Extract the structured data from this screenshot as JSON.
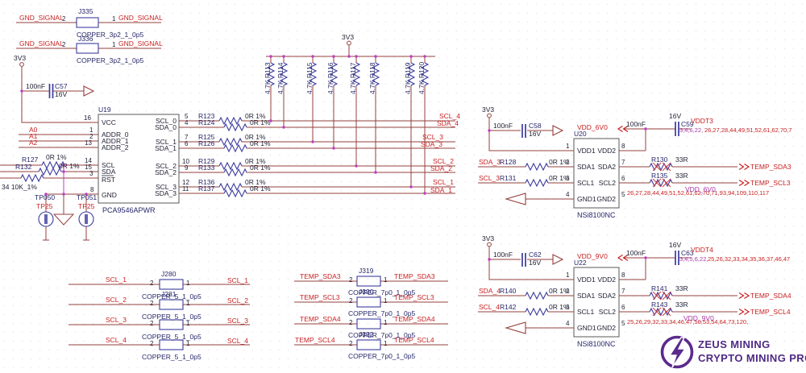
{
  "power_rails": {
    "v33": "3V3"
  },
  "top_connectors": [
    {
      "name": "J335",
      "net_left": "GND_SIGNAL",
      "pin_left": "2",
      "pin_right": "1",
      "net_right": "GND_SIGNAL",
      "footprint": "COPPER_3p2_1_0p5"
    },
    {
      "name": "J336",
      "net_left": "GND_SIGNAL",
      "pin_left": "2",
      "pin_right": "1",
      "net_right": "GND_SIGNAL",
      "footprint": "COPPER_3p2_1_0p5"
    }
  ],
  "caps": [
    {
      "ref": "C57",
      "value": "100nF",
      "voltage": "16V"
    },
    {
      "ref": "C58",
      "value": "100nF",
      "voltage": "16V"
    },
    {
      "ref": "C59",
      "value": "100nF",
      "voltage": "16V"
    },
    {
      "ref": "C62",
      "value": "100nF",
      "voltage": "16V"
    },
    {
      "ref": "C63",
      "value": "100nF",
      "voltage": "16V"
    }
  ],
  "u19": {
    "ref": "U19",
    "part": "PCA9546APWR",
    "pins_left": [
      {
        "num": "16",
        "name": "VCC"
      },
      {
        "num": "1",
        "name": "ADDR_0"
      },
      {
        "num": "2",
        "name": "ADDR_1"
      },
      {
        "num": "13",
        "name": "ADDR_2"
      },
      {
        "num": "14",
        "name": "SCL"
      },
      {
        "num": "15",
        "name": "SDA"
      },
      {
        "num": "3",
        "name": "RST"
      },
      {
        "num": "8",
        "name": "GND"
      }
    ],
    "pins_right": [
      {
        "num": "5",
        "name": "SCL_0"
      },
      {
        "num": "4",
        "name": "SDA_0"
      },
      {
        "num": "7",
        "name": "SCL_1"
      },
      {
        "num": "6",
        "name": "SDA_1"
      },
      {
        "num": "10",
        "name": "SCL_2"
      },
      {
        "num": "9",
        "name": "SDA_2"
      },
      {
        "num": "12",
        "name": "SCL_3"
      },
      {
        "num": "11",
        "name": "SDA_3"
      }
    ],
    "addr_nets": [
      "A0",
      "A1",
      "A2"
    ],
    "input_resistors": [
      {
        "ref": "R127",
        "value": "0R 1%"
      },
      {
        "ref": "R132",
        "value": "0R 1%"
      },
      {
        "partial": "34 10K_1%"
      }
    ],
    "testpoints": [
      {
        "ref": "TP050",
        "label": "TP25"
      },
      {
        "ref": "TP051",
        "label": "TP25"
      }
    ]
  },
  "pullups": {
    "labels": [
      "4.7K R113",
      "4.7K R114",
      "4.7K R115",
      "4.7K R116",
      "4.7K R117",
      "4.7K R118",
      "4.7K R119",
      "4.7K R120"
    ]
  },
  "bus_rows": [
    {
      "ref": "R123",
      "value": "0R 1%",
      "net": "SCL_4"
    },
    {
      "ref": "R124",
      "value": "0R 1%",
      "net": "SDA_4"
    },
    {
      "ref": "R125",
      "value": "0R 1%",
      "net": "SCL_3"
    },
    {
      "ref": "R126",
      "value": "0R 1%",
      "net": "SDA_3"
    },
    {
      "ref": "R129",
      "value": "0R 1%",
      "net": "SCL_2"
    },
    {
      "ref": "R133",
      "value": "0R 1%",
      "net": "SDA_2"
    },
    {
      "ref": "R136",
      "value": "0R 1%",
      "net": "SCL_1"
    },
    {
      "ref": "R137",
      "value": "0R 1%",
      "net": "SDA_1"
    }
  ],
  "iso1": {
    "ref": "U20",
    "part": "NSi8100NC",
    "vdd_net": "VDD_6V0",
    "pins_left": [
      {
        "num": "1",
        "name": "VDD1"
      },
      {
        "num": "2",
        "name": "SDA1"
      },
      {
        "num": "3",
        "name": "SCL1"
      },
      {
        "num": "4",
        "name": "GND1"
      }
    ],
    "pins_right": [
      {
        "num": "8",
        "name": "VDD2"
      },
      {
        "num": "7",
        "name": "SDA2"
      },
      {
        "num": "6",
        "name": "SCL2"
      },
      {
        "num": "5",
        "name": "GND2"
      }
    ],
    "inputs": [
      {
        "net": "SDA_3",
        "ref": "R128",
        "value": "0R 1%"
      },
      {
        "net": "SCL_3",
        "ref": "R131",
        "value": "0R 1%"
      }
    ],
    "outputs": [
      {
        "ref": "R130",
        "value": "33R",
        "net": "TEMP_SDA3"
      },
      {
        "ref": "R135",
        "value": "33R",
        "net": "TEMP_SCL3"
      }
    ],
    "vddt_net": "VDDT3",
    "vddt_refs_a": "3,4,6,22,",
    "vddt_refs_b": "26,27,28,44,49,51,52,61,62,70,7",
    "bottom_net": "VDD_6V0",
    "bottom_refs": "26,27,28,44,49,51,52,61,62,70,71,93,94,109,110,117"
  },
  "iso2": {
    "ref": "U22",
    "part": "NSi8100NC",
    "vdd_net": "VDD_9V0",
    "pins_left": [
      {
        "num": "1",
        "name": "VDD1"
      },
      {
        "num": "2",
        "name": "SDA1"
      },
      {
        "num": "3",
        "name": "SCL1"
      },
      {
        "num": "4",
        "name": "GND1"
      }
    ],
    "pins_right": [
      {
        "num": "8",
        "name": "VDD2"
      },
      {
        "num": "7",
        "name": "SDA2"
      },
      {
        "num": "6",
        "name": "SCL2"
      },
      {
        "num": "5",
        "name": "GND2"
      }
    ],
    "inputs": [
      {
        "net": "SDA_4",
        "ref": "R140",
        "value": "0R 1%"
      },
      {
        "net": "SCL_4",
        "ref": "R142",
        "value": "0R 1%"
      }
    ],
    "outputs": [
      {
        "ref": "R141",
        "value": "33R",
        "net": "TEMP_SDA4"
      },
      {
        "ref": "R143",
        "value": "33R",
        "net": "TEMP_SCL4"
      }
    ],
    "vddt_net": "VDDT4",
    "vddt_refs_a": "3,4,5,6,22,",
    "vddt_refs_b": "25,26,32,33,34,35,36,37,46,47",
    "bottom_net": "VDD_9V0",
    "bottom_refs": "25,26,29,32,33,34,46,47,50,53,54,64,73,120,"
  },
  "jumpers_scl": {
    "pin_left": "2",
    "pin_right": "1",
    "footprint": "COPPER_5_1_0p5",
    "rows": [
      {
        "name": "J280",
        "net": "SCL_1"
      },
      {
        "name": "J281",
        "net": "SCL_2"
      },
      {
        "name": "",
        "net": "SCL_3"
      },
      {
        "name": "",
        "net": "SCL_4"
      }
    ]
  },
  "jumpers_temp": {
    "pin_left": "2",
    "pin_right": "1",
    "footprint": "COPPER_7p0_1_0p5",
    "rows": [
      {
        "name": "J319",
        "net": "TEMP_SDA3"
      },
      {
        "name": "J320",
        "net": "TEMP_SCL3"
      },
      {
        "name": "",
        "net": "TEMP_SDA4"
      },
      {
        "name": "J322",
        "net": "TEMP_SCL4"
      }
    ]
  },
  "logo": {
    "line1": "ZEUS MINING",
    "line2": "CRYPTO MINING PRO"
  }
}
